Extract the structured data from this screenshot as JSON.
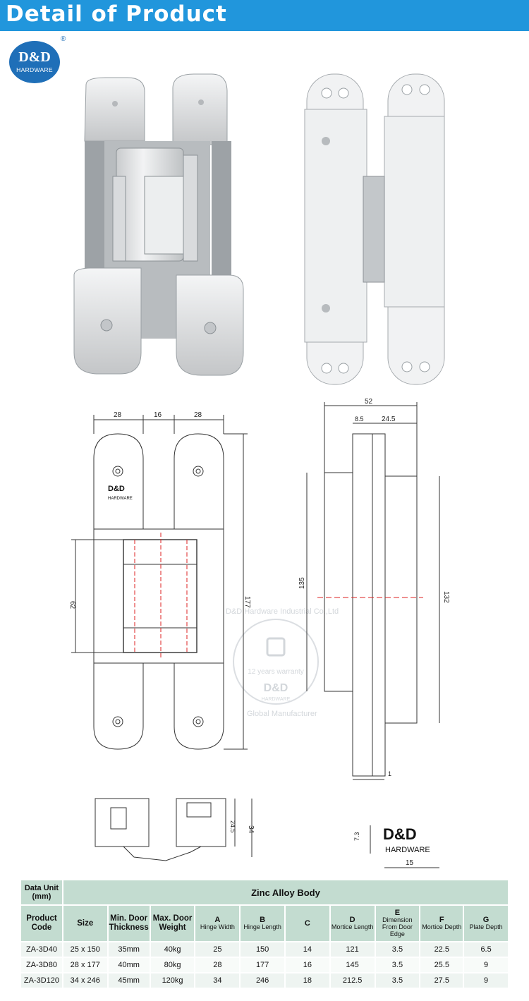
{
  "header": {
    "title": "Detail of Product"
  },
  "brand": {
    "logo_main": "D&D",
    "logo_sub": "HARDWARE",
    "reg": "®"
  },
  "watermark": {
    "arc_top": "D&D Hardware Industrial Co.,Ltd",
    "warranty": "12 years warranty",
    "brand": "D&D",
    "sub": "HARDWARE",
    "arc_bottom": "Global Manufacturer"
  },
  "drawing": {
    "plate_brand": "D&D",
    "plate_sub": "HARDWARE",
    "dim_28a": "28",
    "dim_16": "16",
    "dim_28b": "28",
    "dim_62": "62",
    "dim_177": "177",
    "dim_52": "52",
    "dim_8_5": "8.5",
    "dim_24_5_top": "24.5",
    "dim_135": "135",
    "dim_132": "132",
    "dim_1": "1",
    "dim_24_5_side": "24.5",
    "dim_34": "34",
    "dim_7_3": "7.3",
    "dim_15": "15",
    "stamp_brand": "D&D",
    "stamp_sub": "HARDWARE"
  },
  "table": {
    "data_unit": "Data Unit (mm)",
    "material": "Zinc  Alloy  Body",
    "columns": [
      {
        "main": "Product Code",
        "sub": ""
      },
      {
        "main": "Size",
        "sub": ""
      },
      {
        "main": "Min. Door Thickness",
        "sub": ""
      },
      {
        "main": "Max. Door Weight",
        "sub": ""
      },
      {
        "main": "A",
        "sub": "Hinge Width"
      },
      {
        "main": "B",
        "sub": "Hinge Length"
      },
      {
        "main": "C",
        "sub": ""
      },
      {
        "main": "D",
        "sub": "Mortice Length"
      },
      {
        "main": "E",
        "sub": "Dimension From Door Edge"
      },
      {
        "main": "F",
        "sub": "Mortice Depth"
      },
      {
        "main": "G",
        "sub": "Plate Depth"
      }
    ],
    "rows": [
      [
        "ZA-3D40",
        "25 x 150",
        "35mm",
        "40kg",
        "25",
        "150",
        "14",
        "121",
        "3.5",
        "22.5",
        "6.5"
      ],
      [
        "ZA-3D80",
        "28 x 177",
        "40mm",
        "80kg",
        "28",
        "177",
        "16",
        "145",
        "3.5",
        "25.5",
        "9"
      ],
      [
        "ZA-3D120",
        "34 x 246",
        "45mm",
        "120kg",
        "34",
        "246",
        "18",
        "212.5",
        "3.5",
        "27.5",
        "9"
      ]
    ]
  }
}
